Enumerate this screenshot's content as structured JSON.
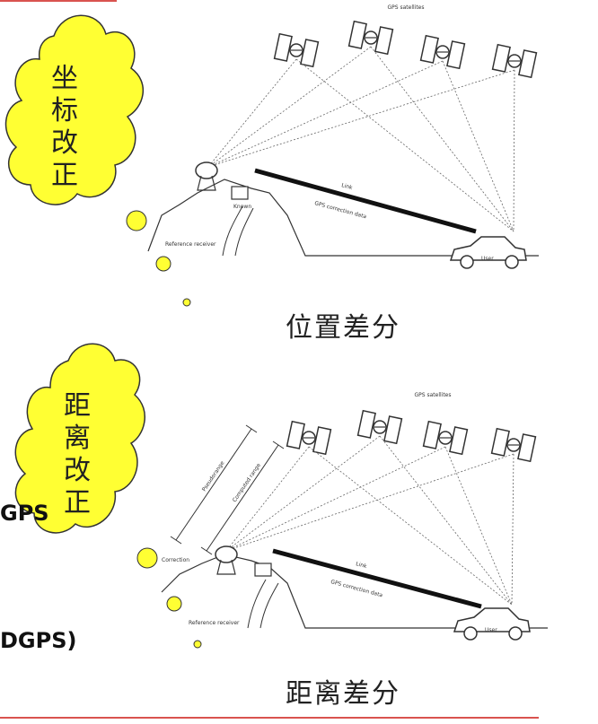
{
  "top_diagram": {
    "cloud_label": "坐标改正",
    "caption": "位置差分",
    "figure_labels": {
      "constellation": "GPS satellites",
      "link": "Link",
      "corrections": "GPS correction data",
      "reference_receiver": "Reference receiver",
      "known_position": "Known",
      "user": "User"
    }
  },
  "bottom_diagram": {
    "cloud_label": "距离改正",
    "caption": "距离差分",
    "figure_labels": {
      "constellation": "GPS satellites",
      "link": "Link",
      "corrections": "GPS correction data",
      "reference_receiver": "Reference receiver",
      "correction": "Correction",
      "pseudorange": "Pseudorange",
      "computed_range": "Computed range",
      "user": "User"
    }
  },
  "left_fragments": {
    "line1": "GPS",
    "line2": "DGPS)"
  },
  "colors": {
    "cloud_fill": "#ffff33",
    "cloud_stroke": "#333333",
    "accent_line": "#d9534f",
    "ink": "#222222"
  }
}
